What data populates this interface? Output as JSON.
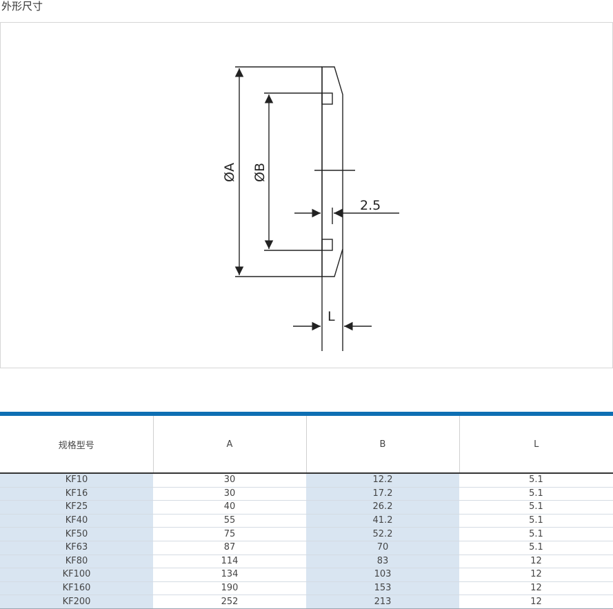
{
  "section": {
    "title": "外形尺寸"
  },
  "drawing": {
    "labels": {
      "diameter_a": "ØA",
      "diameter_b": "ØB",
      "offset": "2.5",
      "length": "L"
    }
  },
  "table": {
    "headers": [
      "规格型号",
      "A",
      "B",
      "L"
    ],
    "rows": [
      [
        "KF10",
        "30",
        "12.2",
        "5.1"
      ],
      [
        "KF16",
        "30",
        "17.2",
        "5.1"
      ],
      [
        "KF25",
        "40",
        "26.2",
        "5.1"
      ],
      [
        "KF40",
        "55",
        "41.2",
        "5.1"
      ],
      [
        "KF50",
        "75",
        "52.2",
        "5.1"
      ],
      [
        "KF63",
        "87",
        "70",
        "5.1"
      ],
      [
        "KF80",
        "114",
        "83",
        "12"
      ],
      [
        "KF100",
        "134",
        "103",
        "12"
      ],
      [
        "KF160",
        "190",
        "153",
        "12"
      ],
      [
        "KF200",
        "252",
        "213",
        "12"
      ]
    ]
  },
  "colors": {
    "accent": "#0e6fb3",
    "shade": "#d9e5f1"
  }
}
